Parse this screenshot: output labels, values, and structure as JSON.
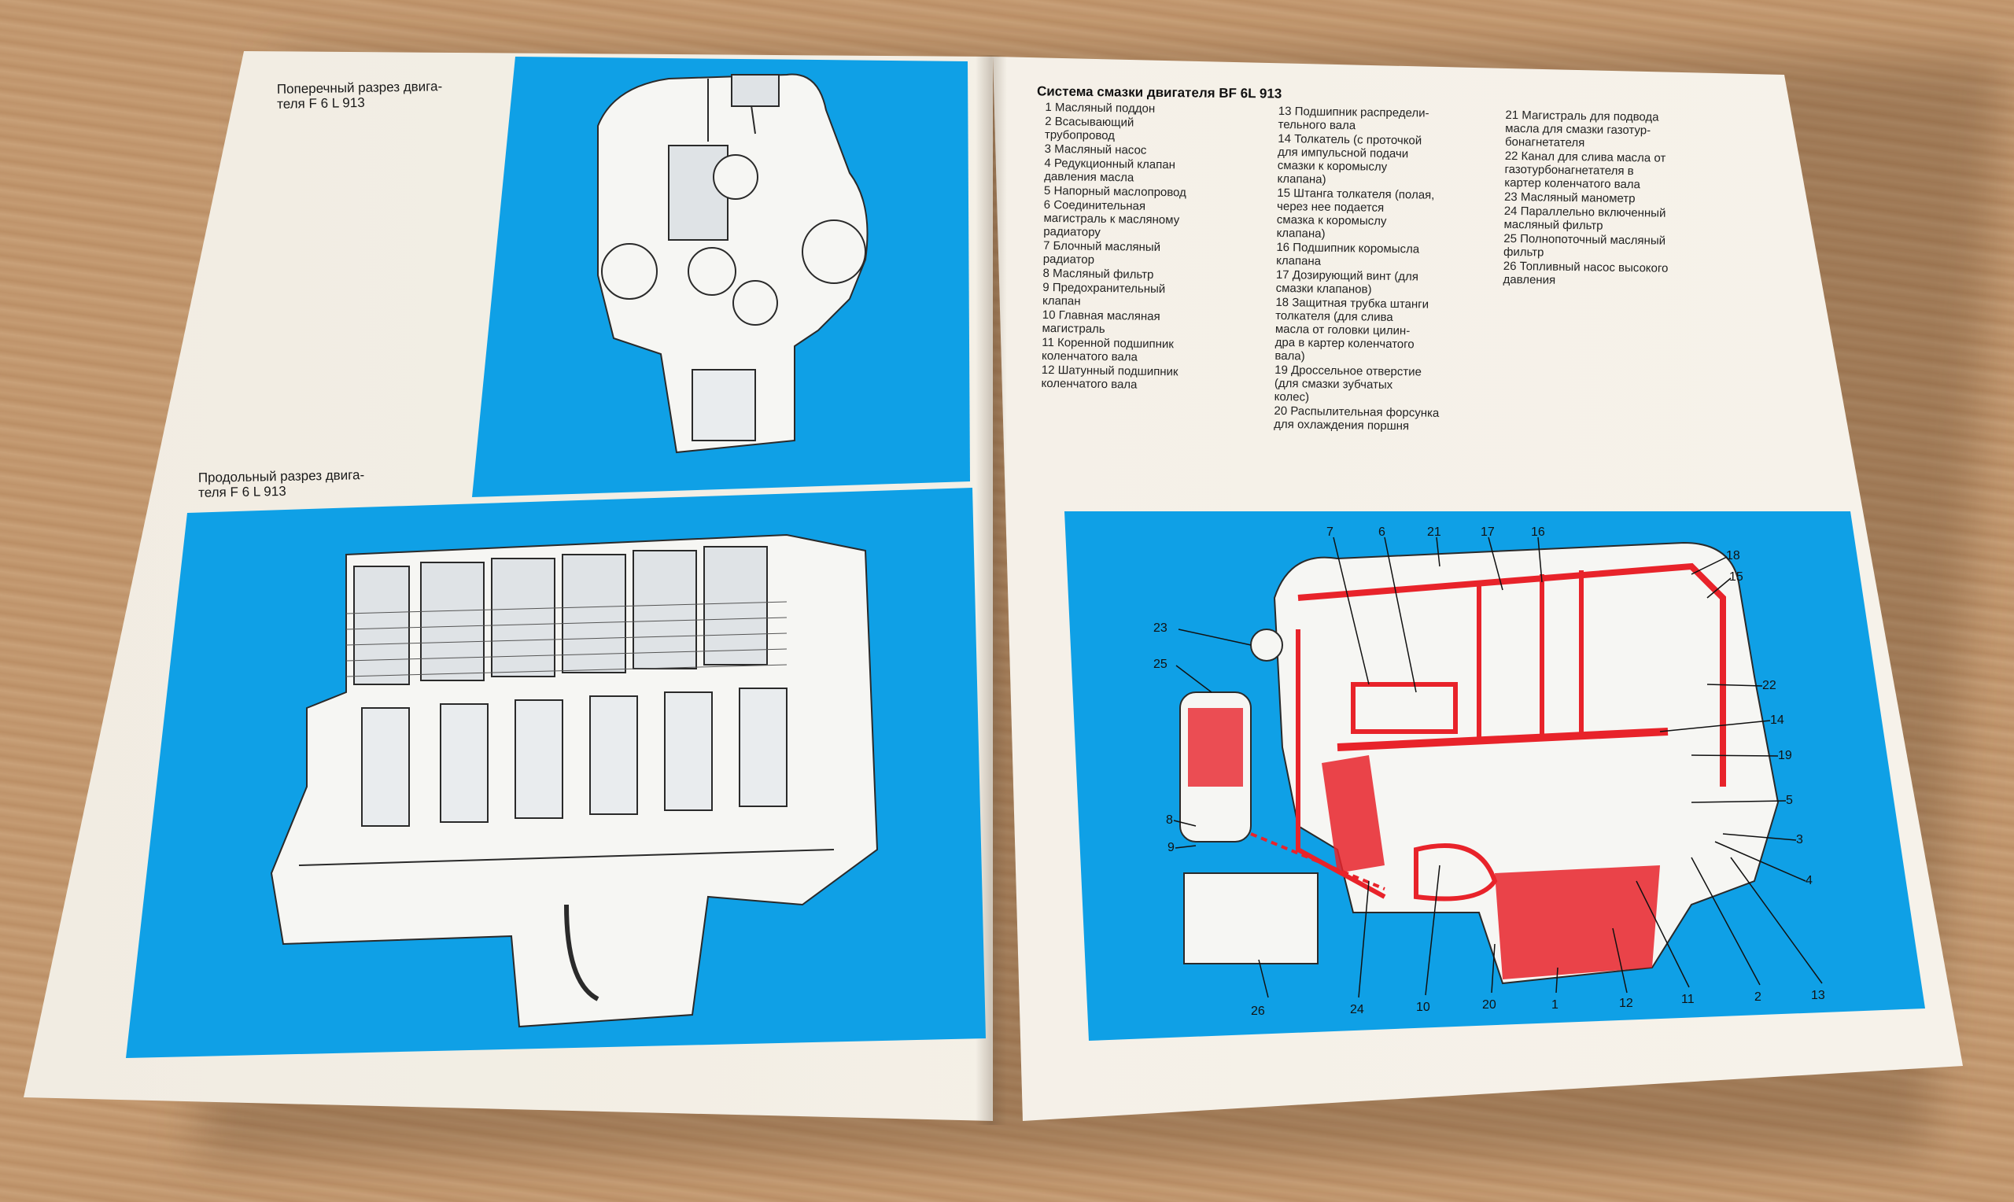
{
  "left_page": {
    "caption_top": "Поперечный разрез двига-\nтеля F 6 L 913",
    "caption_bottom": "Продольный разрез двига-\nтеля F 6 L 913"
  },
  "right_page": {
    "legend_title": "Система смазки двигателя BF 6L 913",
    "legend": [
      {
        "n": "1",
        "text": "Масляный поддон"
      },
      {
        "n": "2",
        "text": "Всасывающий\nтрубопровод"
      },
      {
        "n": "3",
        "text": "Масляный насос"
      },
      {
        "n": "4",
        "text": "Редукционный клапан\nдавления масла"
      },
      {
        "n": "5",
        "text": "Напорный маслопровод"
      },
      {
        "n": "6",
        "text": "Соединительная\nмагистраль к масляному\nрадиатору"
      },
      {
        "n": "7",
        "text": "Блочный масляный\nрадиатор"
      },
      {
        "n": "8",
        "text": "Масляный фильтр"
      },
      {
        "n": "9",
        "text": "Предохранительный\nклапан"
      },
      {
        "n": "10",
        "text": "Главная масляная\nмагистраль"
      },
      {
        "n": "11",
        "text": "Коренной подшипник\nколенчатого вала"
      },
      {
        "n": "12",
        "text": "Шатунный подшипник\nколенчатого вала"
      },
      {
        "n": "13",
        "text": "Подшипник распредели-\nтельного вала"
      },
      {
        "n": "14",
        "text": "Толкатель (с проточкой\nдля импульсной подачи\nсмазки к коромыслу\nклапана)"
      },
      {
        "n": "15",
        "text": "Штанга толкателя (полая,\nчерез нее подается\nсмазка к коромыслу\nклапана)"
      },
      {
        "n": "16",
        "text": "Подшипник коромысла\nклапана"
      },
      {
        "n": "17",
        "text": "Дозирующий винт (для\nсмазки клапанов)"
      },
      {
        "n": "18",
        "text": "Защитная трубка штанги\nтолкателя (для слива\nмасла от головки цилин-\nдра в картер коленчатого\nвала)"
      },
      {
        "n": "19",
        "text": "Дроссельное отверстие\n(для смазки зубчатых\nколес)"
      },
      {
        "n": "20",
        "text": "Распылительная форсунка\nдля охлаждения поршня"
      },
      {
        "n": "21",
        "text": "Магистраль для подвода\nмасла для смазки газотур-\nбонагнетателя"
      },
      {
        "n": "22",
        "text": "Канал для слива масла от\nгазотурбонагнетателя в\nкартер коленчатого вала"
      },
      {
        "n": "23",
        "text": "Масляный манометр"
      },
      {
        "n": "24",
        "text": "Параллельно включенный\nмасляный фильтр"
      },
      {
        "n": "25",
        "text": "Полнопоточный масляный\nфильтр"
      },
      {
        "n": "26",
        "text": "Топливный насос высокого\nдавления"
      }
    ],
    "diagram_labels": [
      "7",
      "6",
      "21",
      "17",
      "16",
      "18",
      "15",
      "23",
      "25",
      "22",
      "14",
      "19",
      "5",
      "3",
      "4",
      "8",
      "9",
      "26",
      "24",
      "10",
      "20",
      "1",
      "12",
      "11",
      "2",
      "13"
    ]
  },
  "colors": {
    "cyan": "#0fa0e6",
    "red": "#e8232a",
    "paper": "#f4efe6",
    "wood": "#c49a72"
  }
}
